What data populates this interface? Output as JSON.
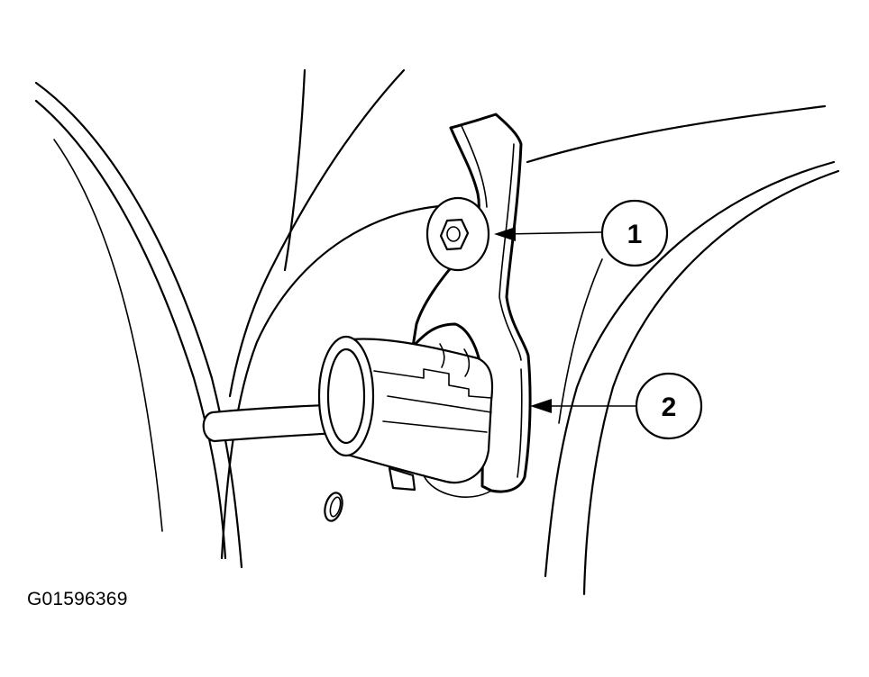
{
  "figure": {
    "id_label": "G01596369"
  },
  "callouts": [
    {
      "number": "1"
    },
    {
      "number": "2"
    }
  ],
  "colors": {
    "line": "#000000",
    "background": "#ffffff"
  }
}
